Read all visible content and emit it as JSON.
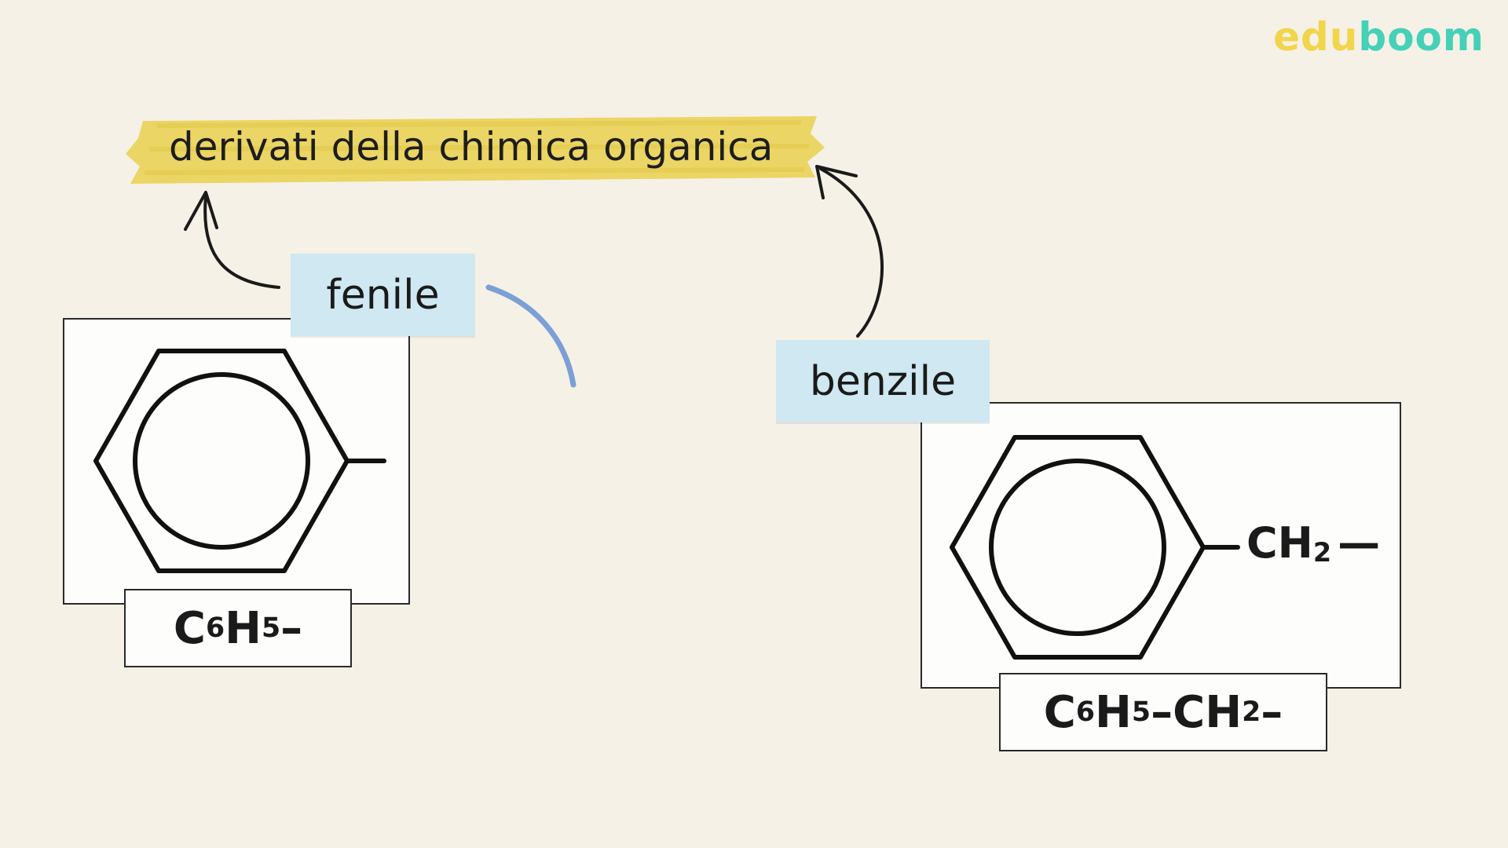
{
  "logo": {
    "part_a": "edu",
    "part_b": "boom",
    "color_a": "#f1d54a",
    "color_b": "#45d1b7"
  },
  "title": "derivati della chimica organica",
  "highlight_color": "#e9d35a",
  "tag_color": "#cfe8f1",
  "phenyl": {
    "label": "fenile",
    "formula": {
      "c": "C",
      "c_count": "6",
      "h": "H",
      "h_count": "5",
      "bond": "–"
    }
  },
  "benzyl": {
    "label": "benzile",
    "substituent": {
      "atom": "CH",
      "count": "2",
      "bond": "—"
    },
    "formula": {
      "c": "C",
      "c_count": "6",
      "h": "H",
      "h_count": "5",
      "sep": "–",
      "ch": "CH",
      "ch_count": "2",
      "bond": "–"
    }
  }
}
